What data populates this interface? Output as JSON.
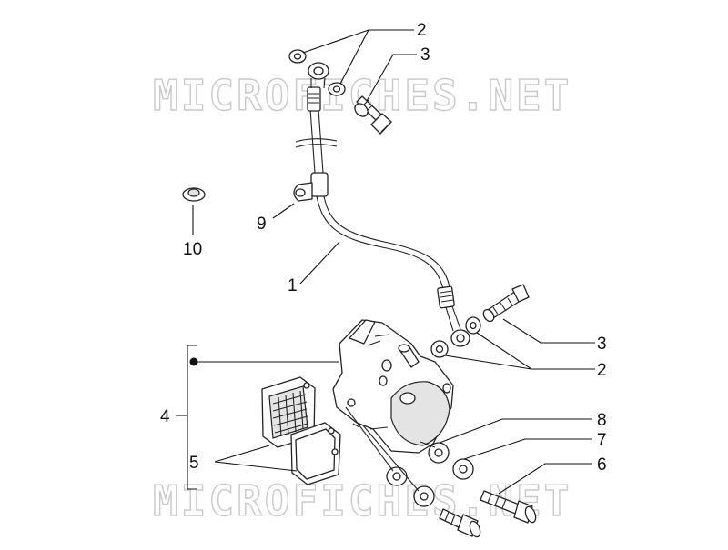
{
  "watermark": "MICROFICHES.NET",
  "callouts": {
    "c1": "1",
    "c2_top": "2",
    "c2_right": "2",
    "c3_top": "3",
    "c3_right": "3",
    "c4": "4",
    "c5": "5",
    "c6": "6",
    "c7": "7",
    "c8": "8",
    "c9": "9",
    "c10": "10"
  }
}
